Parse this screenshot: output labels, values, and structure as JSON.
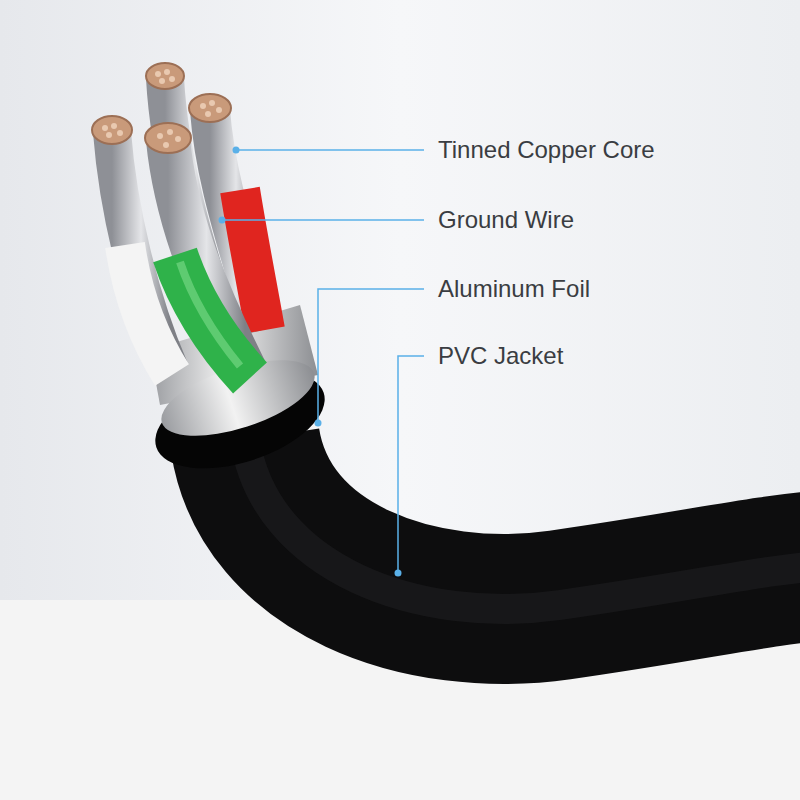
{
  "diagram": {
    "labels": [
      "Tinned Copper Core",
      "Ground Wire",
      "Aluminum Foil",
      "PVC Jacket"
    ]
  }
}
